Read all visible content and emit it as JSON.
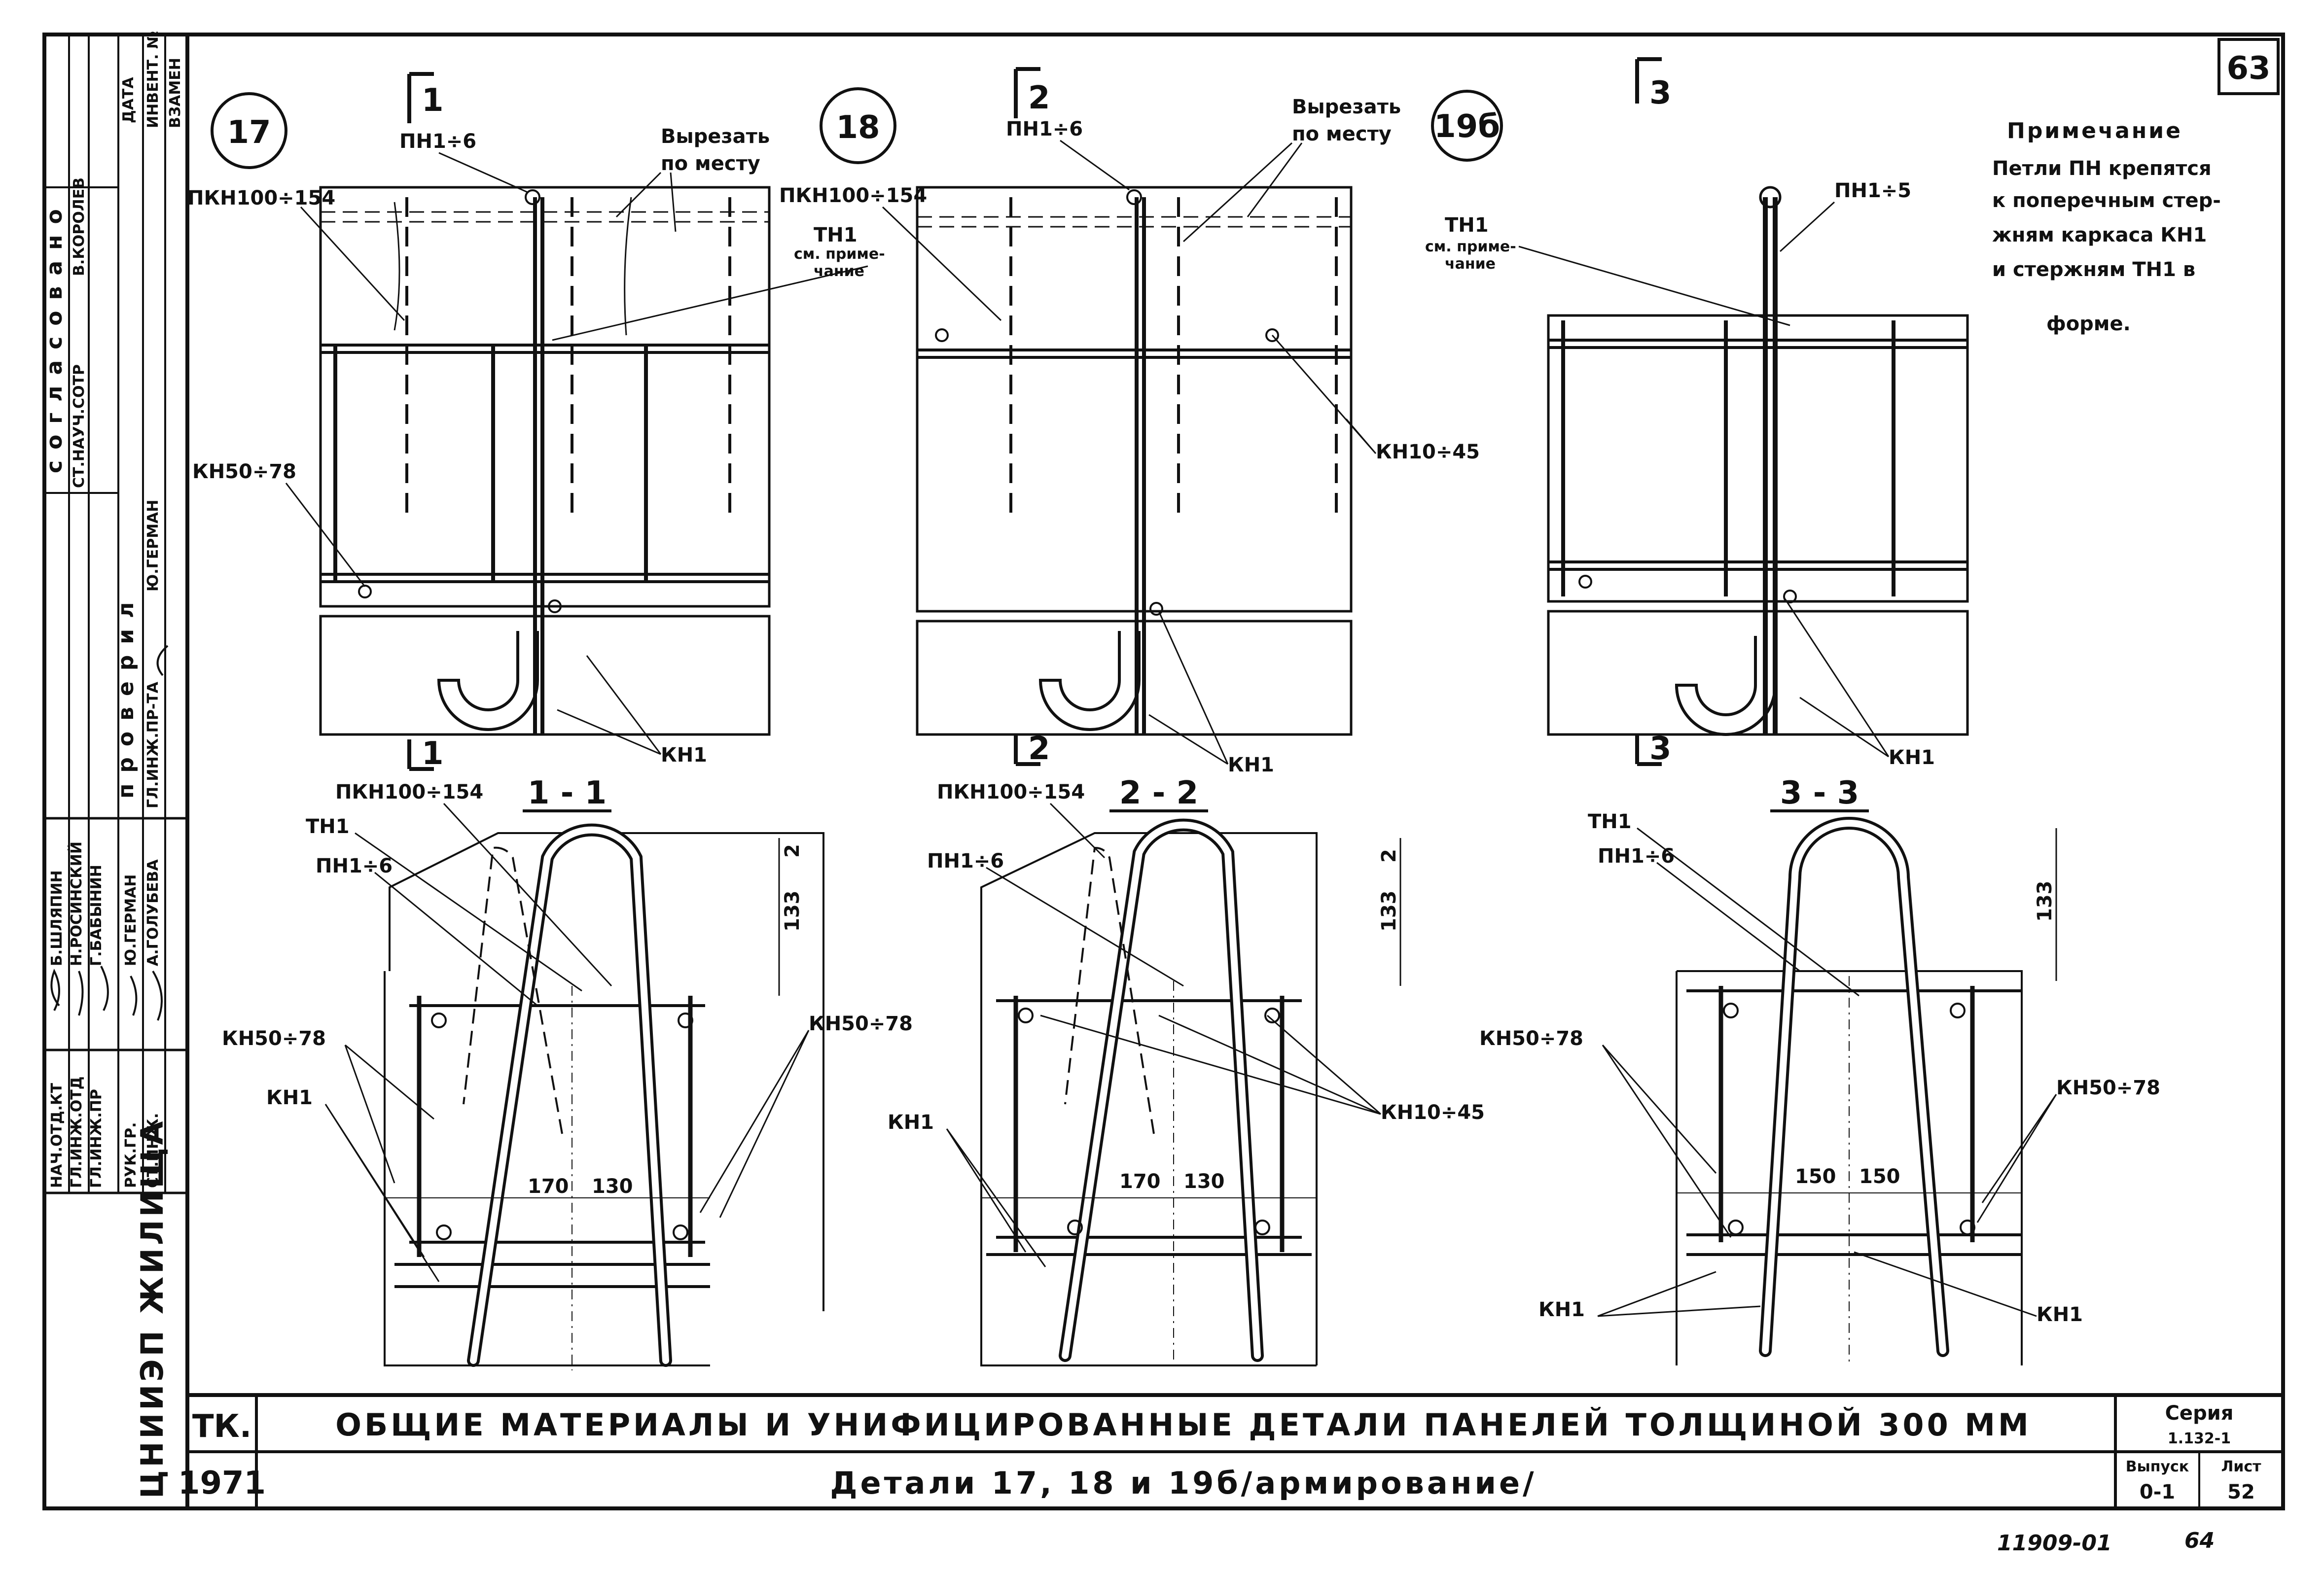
{
  "sheet": {
    "page_number": "63",
    "footer_code": "11909-01",
    "footer_page": "64"
  },
  "note": {
    "title": "Примечание",
    "lines": [
      "Петли ПН крепятся",
      "к поперечным стер-",
      "жням каркаса КН1",
      "и стержням ТН1 в",
      "форме."
    ]
  },
  "details": {
    "d17": {
      "marker": "17",
      "section_mark": "1",
      "section_title": "1 - 1"
    },
    "d18": {
      "marker": "18",
      "section_mark": "2",
      "section_title": "2 - 2"
    },
    "d19b": {
      "marker": "19б",
      "section_mark": "3",
      "section_title": "3 - 3"
    }
  },
  "labels": {
    "pn1_6": "ПН1÷6",
    "pn1_5": "ПН1÷5",
    "cut1": "Вырезать",
    "cut2": "по месту",
    "pkn": "ПКН100÷154",
    "tn1": "ТН1",
    "see_note1": "см. приме-",
    "see_note2": "чание",
    "kn50": "КН50÷78",
    "kn10": "КН10÷45",
    "kn1": "КН1",
    "dim_133": "133",
    "dim_2": "2",
    "dim_170": "170",
    "dim_130": "130",
    "dim_150": "150"
  },
  "title_block": {
    "org": "ЦНИИЭП ЖИЛИЩА",
    "tk": "ТК.",
    "year": "1971",
    "title1": "ОБЩИЕ МАТЕРИАЛЫ И УНИФИЦИРОВАННЫЕ ДЕТАЛИ ПАНЕЛЕЙ ТОЛЩИНОЙ 300 ММ",
    "title2": "Детали 17, 18 и 19б/армирование/",
    "series_label": "Серия",
    "series_value": "1.132-1",
    "issue_label": "Выпуск",
    "issue_value": "0-1",
    "sheet_label": "Лист",
    "sheet_value": "52"
  },
  "stamp": {
    "agreed": "согласовано",
    "checked": "проверил",
    "roles": [
      "НАЧ.ОТД.КТ",
      "ГЛ.ИНЖ.ОТД",
      "ГЛ.ИНЖ.ПР",
      "РУК.ГР.",
      "СТ.ИНЖ."
    ],
    "names": [
      "Б.ШЛЯПИН",
      "Н.РОСИНСКИЙ",
      "Г.БАБЫНИН",
      "Ю.ГЕРМАН",
      "А.ГОЛУБЕВА"
    ],
    "agreed_roles": [
      "СТ.НАУЧ.СОТР",
      "В.КОРОЛЕВ"
    ],
    "checked_roles": [
      "ГЛ.ИНЖ.ПР-ТА",
      "Ю.ГЕРМАН"
    ],
    "inv_cols": [
      "ДАТА",
      "ИНВЕНТ. №",
      "ВЗАМЕН"
    ]
  }
}
